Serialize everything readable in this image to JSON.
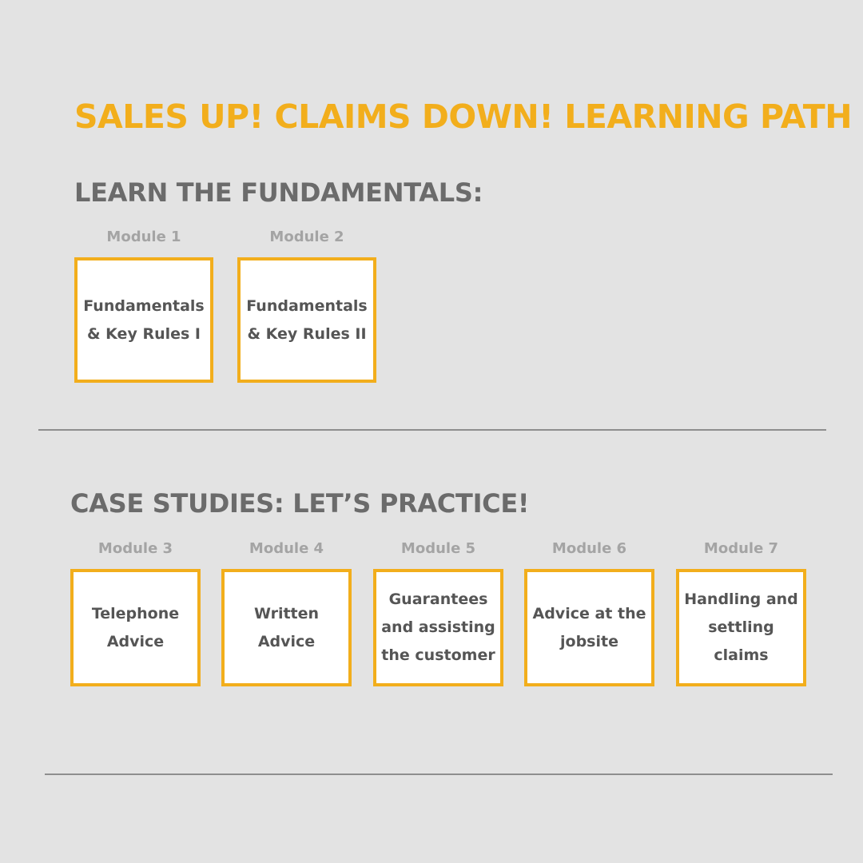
{
  "page": {
    "title": "SALES UP! CLAIMS DOWN! LEARNING PATH"
  },
  "sections": [
    {
      "heading": "LEARN THE FUNDAMENTALS:",
      "modules": [
        {
          "label": "Module 1",
          "title": "Fundamentals & Key Rules I"
        },
        {
          "label": "Module 2",
          "title": "Fundamentals & Key Rules II"
        }
      ]
    },
    {
      "heading": "CASE STUDIES: LET’S PRACTICE!",
      "modules": [
        {
          "label": "Module 3",
          "title": "Telephone Advice"
        },
        {
          "label": "Module 4",
          "title": "Written Advice"
        },
        {
          "label": "Module 5",
          "title": "Guarantees and assisting the customer"
        },
        {
          "label": "Module 6",
          "title": "Advice at the jobsite"
        },
        {
          "label": "Module 7",
          "title": "Handling and settling claims"
        }
      ]
    }
  ],
  "colors": {
    "accent": "#f2ae1c",
    "heading": "#6b6b6b",
    "module_label": "#a4a4a4",
    "card_text": "#555555",
    "background": "#e3e3e3"
  }
}
